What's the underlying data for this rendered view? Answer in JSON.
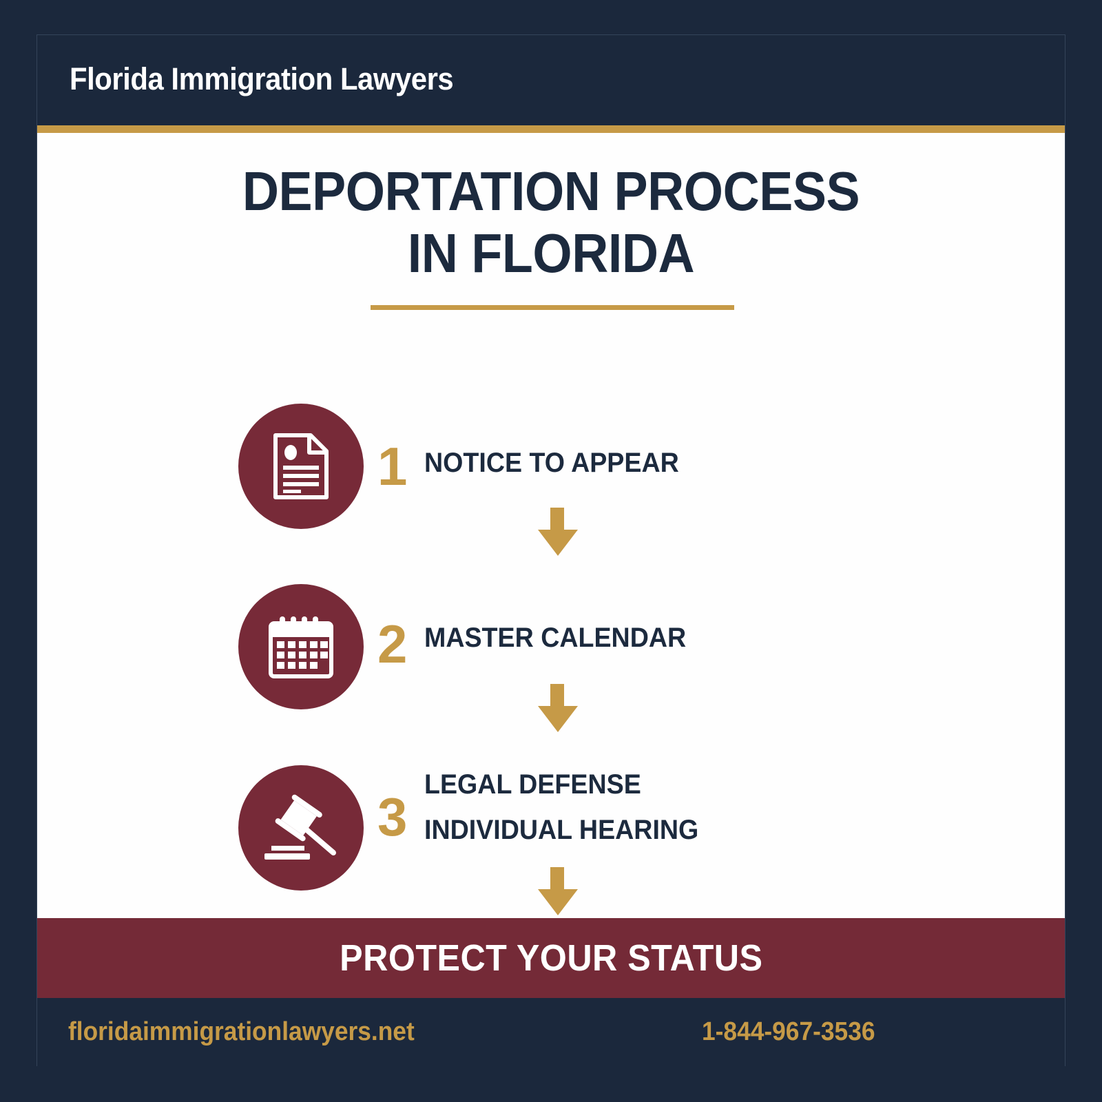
{
  "colors": {
    "navy": "#1b283c",
    "gold": "#c69a47",
    "maroon": "#772a38",
    "white": "#ffffff",
    "text_dark": "#1c2a3e"
  },
  "header": {
    "brand": "Florida Immigration Lawyers"
  },
  "main": {
    "title_line1": "DEPORTATION PROCESS",
    "title_line2": "IN FLORIDA",
    "steps": [
      {
        "number": "1",
        "icon": "document-icon",
        "label": "NOTICE TO APPEAR"
      },
      {
        "number": "2",
        "icon": "calendar-icon",
        "label": "MASTER CALENDAR"
      },
      {
        "number": "3",
        "icon": "gavel-icon",
        "label": "LEGAL DEFENSE",
        "label2": "INDIVIDUAL HEARING"
      }
    ],
    "arrow_icon": "arrow-down-icon"
  },
  "banner": {
    "text": "PROTECT YOUR STATUS"
  },
  "footer": {
    "url": "floridaimmigrationlawyers.net",
    "phone": "1-844-967-3536"
  }
}
